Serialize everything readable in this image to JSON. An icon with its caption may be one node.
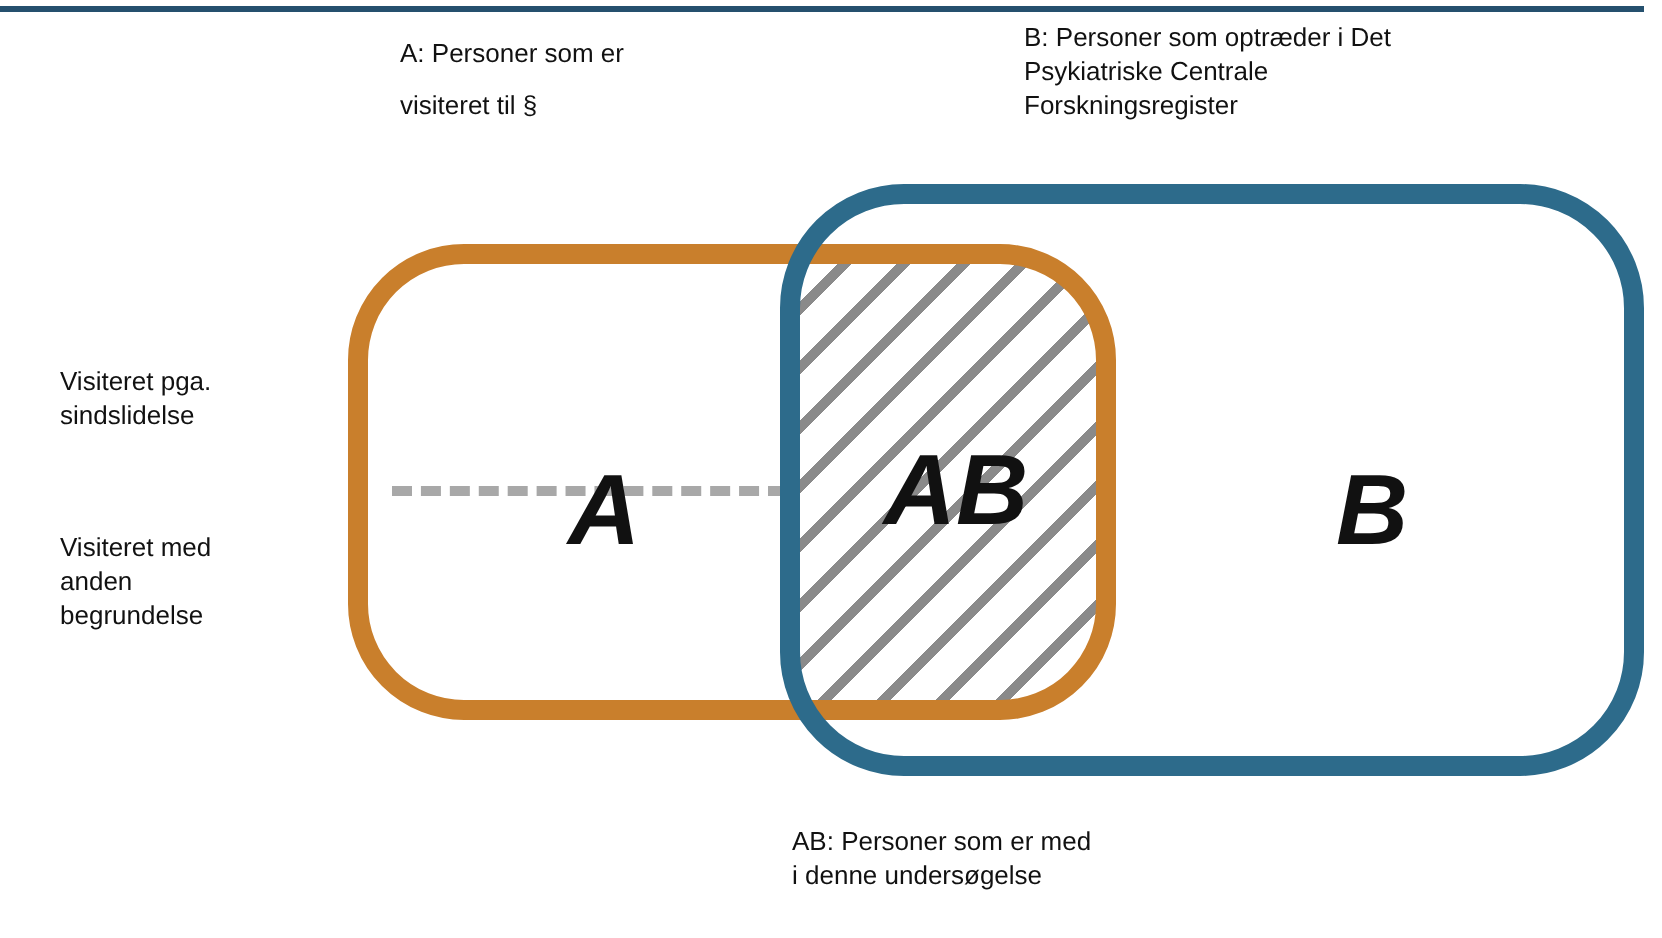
{
  "diagram": {
    "nodes": [
      {
        "text": [
          "A"
        ]
      },
      {
        "text": [
          "B"
        ]
      },
      {
        "text": [
          "AB"
        ]
      }
    ],
    "labels": [
      "A: Personer som er visiteret til §",
      "B: Personer som optræder i Det Psykiatriske Centrale Forskningsregister",
      "Visiteret pga. sindslidelse",
      "Visiteret med anden begrundelse",
      "AB: Personer som er med i denne undersøgelse"
    ]
  }
}
